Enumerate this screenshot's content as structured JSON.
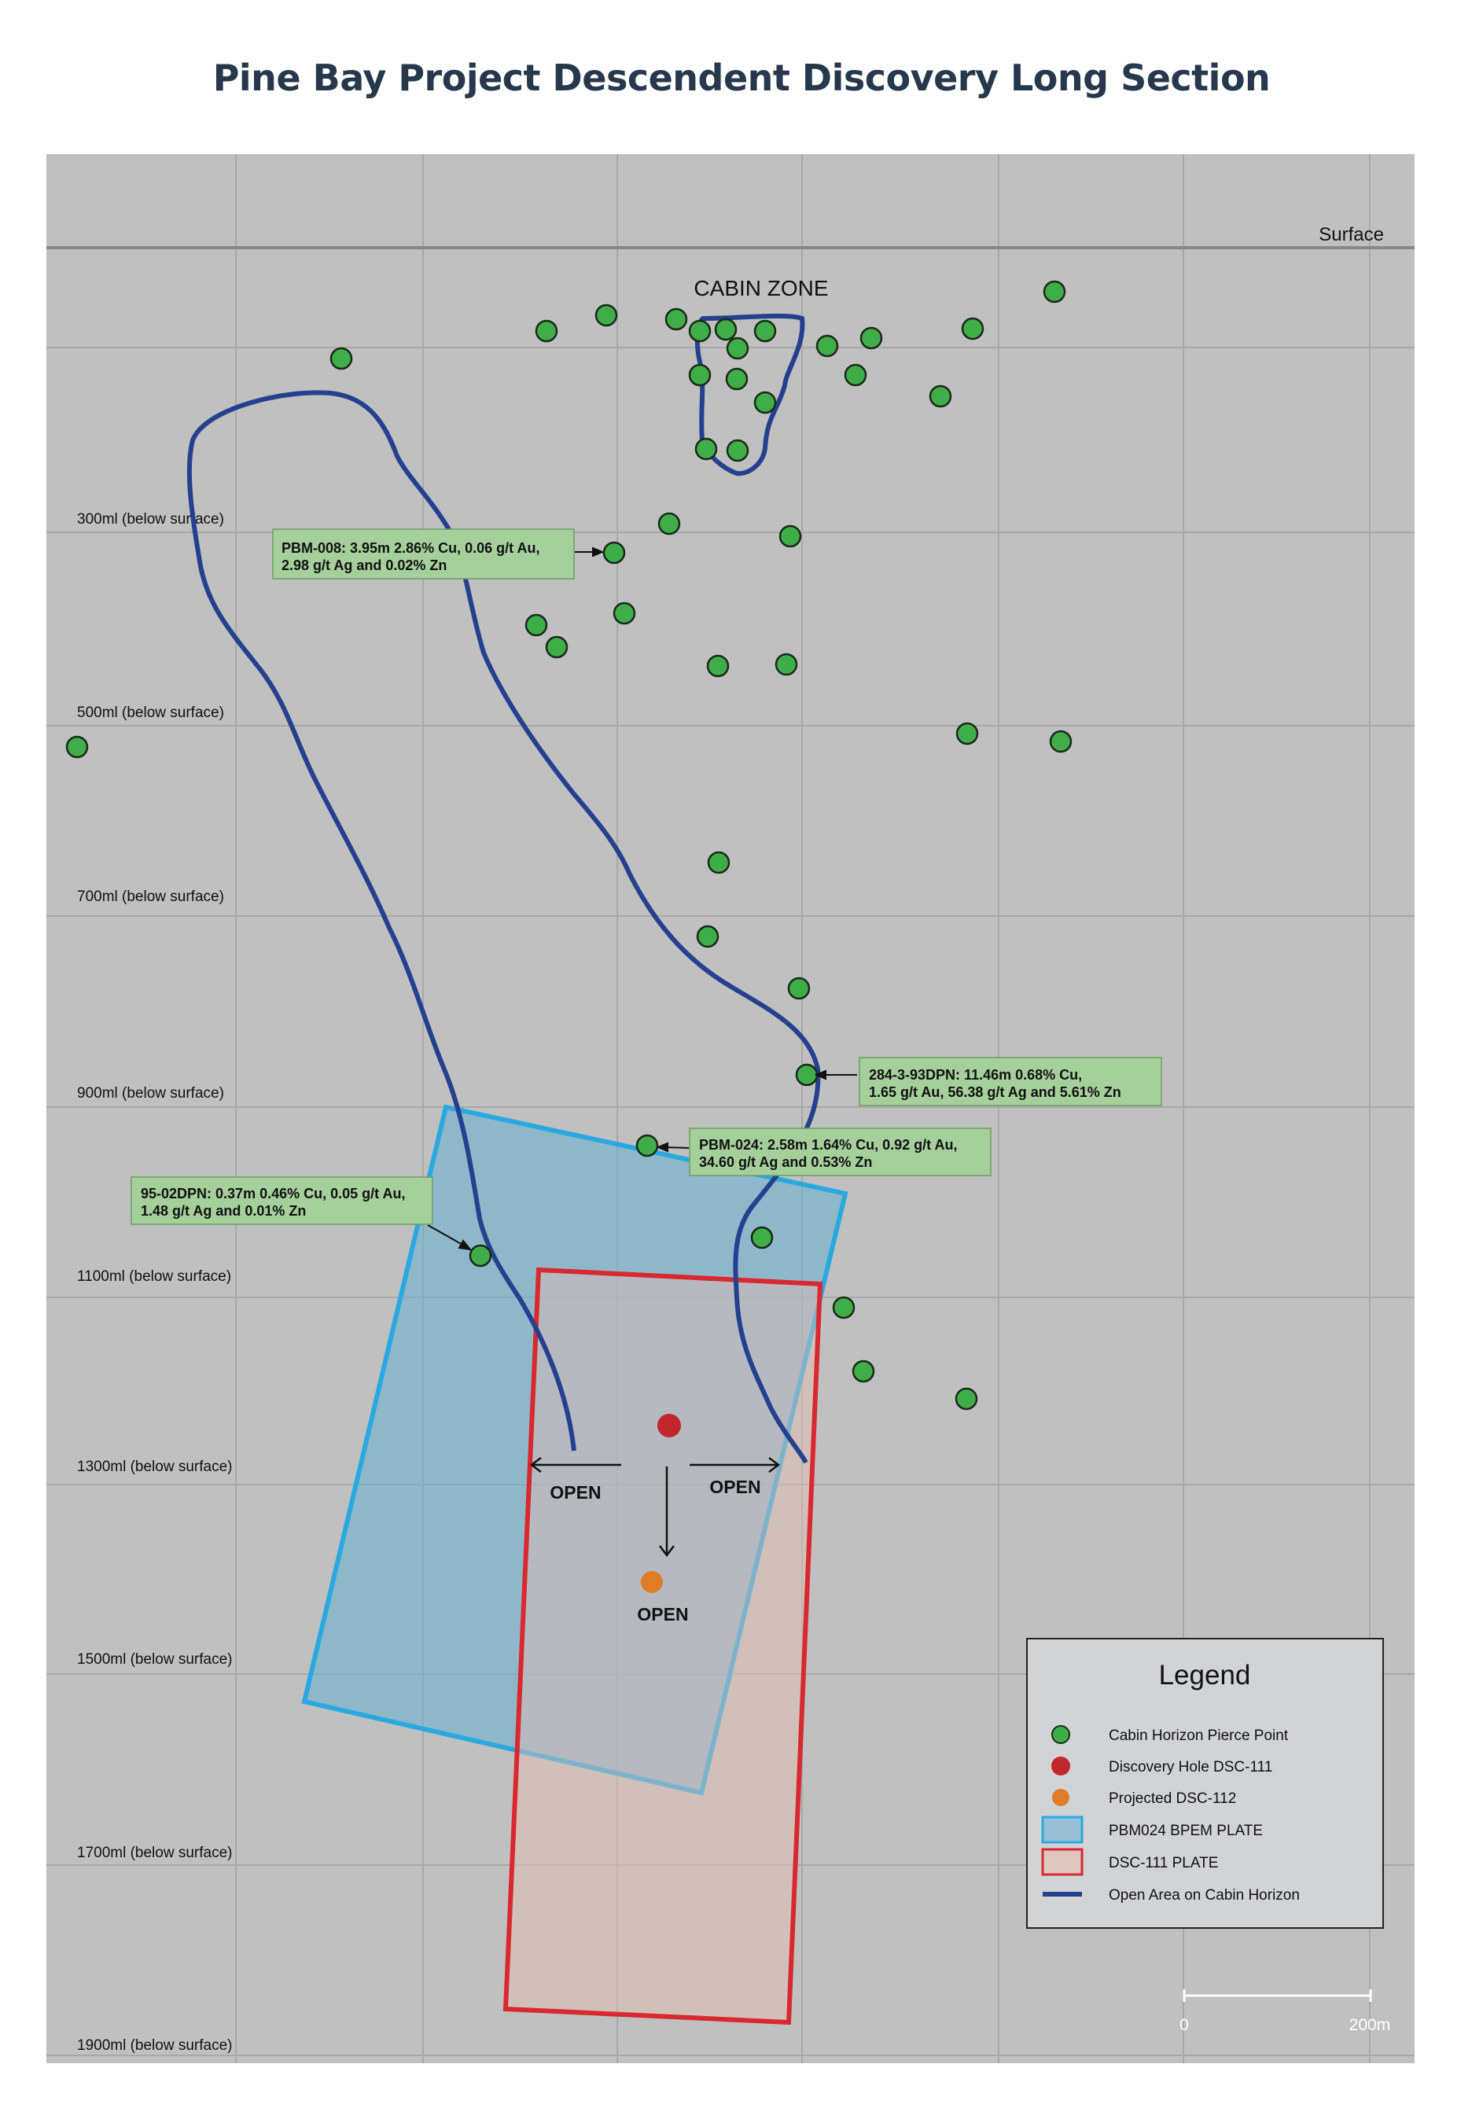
{
  "title": "Pine Bay Project Descendent Discovery Long Section",
  "surface_label": "Surface",
  "zone_label": "CABIN ZONE",
  "depth_labels": [
    "300ml (below surface)",
    "500ml (below surface)",
    "700ml (below surface)",
    "900ml (below surface)",
    "1100ml (below surface)",
    "1300ml (below surface)",
    "1500ml (below surface)",
    "1700ml (below surface)",
    "1900ml (below surface)"
  ],
  "callouts": [
    {
      "id": "pbm-008",
      "lines": [
        "PBM-008: 3.95m 2.86% Cu, 0.06 g/t Au,",
        "2.98 g/t Ag and 0.02% Zn"
      ]
    },
    {
      "id": "284-3-93dpn",
      "lines": [
        "284-3-93DPN: 11.46m 0.68% Cu,",
        "1.65 g/t Au, 56.38 g/t Ag and 5.61% Zn"
      ]
    },
    {
      "id": "pbm-024",
      "lines": [
        "PBM-024: 2.58m 1.64% Cu, 0.92 g/t Au,",
        "34.60 g/t Ag and 0.53% Zn"
      ]
    },
    {
      "id": "95-02dpn",
      "lines": [
        "95-02DPN: 0.37m 0.46% Cu, 0.05 g/t Au,",
        "1.48 g/t Ag and 0.01% Zn"
      ]
    }
  ],
  "open_labels": [
    "OPEN",
    "OPEN",
    "OPEN"
  ],
  "legend": {
    "title": "Legend",
    "items": [
      {
        "label": "Cabin Horizon Pierce Point",
        "symbol": "green-dot",
        "color": "#3fae49"
      },
      {
        "label": "Discovery Hole DSC-111",
        "symbol": "red-dot",
        "color": "#c1272d"
      },
      {
        "label": "Projected DSC-112",
        "symbol": "orange-dot",
        "color": "#e07b28"
      },
      {
        "label": "PBM024 BPEM PLATE",
        "symbol": "blue-plate",
        "color": "#29a9e0"
      },
      {
        "label": "DSC-111 PLATE",
        "symbol": "red-plate",
        "color": "#d9282f"
      },
      {
        "label": "Open Area on Cabin Horizon",
        "symbol": "navy-line",
        "color": "#24408e"
      }
    ]
  },
  "scale_bar": {
    "start": "0",
    "end": "200m"
  },
  "colors": {
    "background": "#c0c0c0",
    "grid": "#a8a8a8",
    "pierce_point": "#3fae49",
    "discovery": "#c1272d",
    "projected": "#e07b28",
    "bpem_plate": "#29a9e0",
    "dsc_plate": "#d9282f",
    "open_area": "#24408e",
    "callout_fill": "#a5cf9b"
  }
}
